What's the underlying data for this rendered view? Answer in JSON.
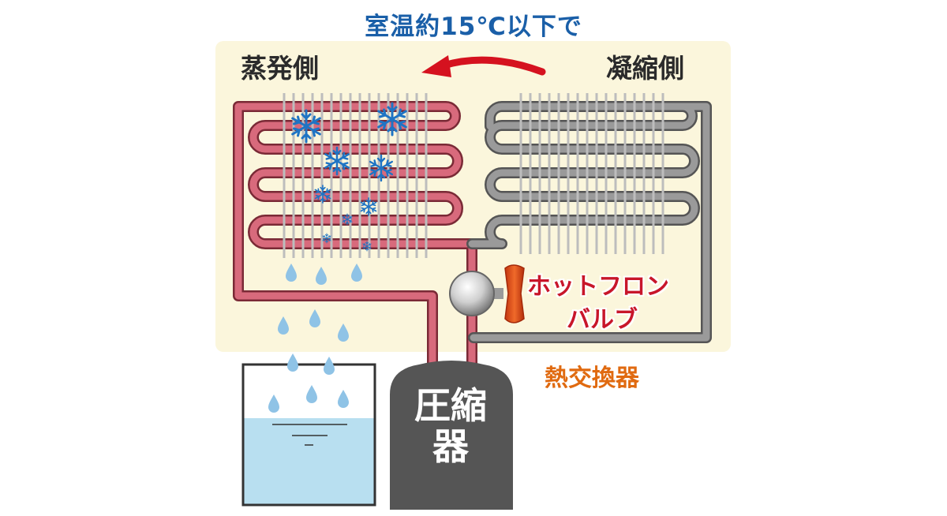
{
  "title": "室温約15℃以下で",
  "evaporator_label": "蒸発側",
  "condenser_label": "凝縮側",
  "valve_label_line1": "ホットフロン",
  "valve_label_line2": "バルブ",
  "heat_exchanger_label": "熱交換器",
  "compressor_label": "圧縮器",
  "colors": {
    "panel": "#fbf6dc",
    "evaporator_pipe": "#c8566a",
    "condenser_pipe": "#8a8a8a",
    "fin": "#c9c9c9",
    "arrow": "#d5121f",
    "snowflake": "#1f74c4",
    "water": "#b8dff0",
    "droplet": "#8fc3e6",
    "compressor": "#555555",
    "valve_handle": "#e2431a"
  },
  "icons": [
    "snowflake-icon",
    "water-droplet-icon",
    "flow-arrow-icon",
    "valve-icon"
  ]
}
